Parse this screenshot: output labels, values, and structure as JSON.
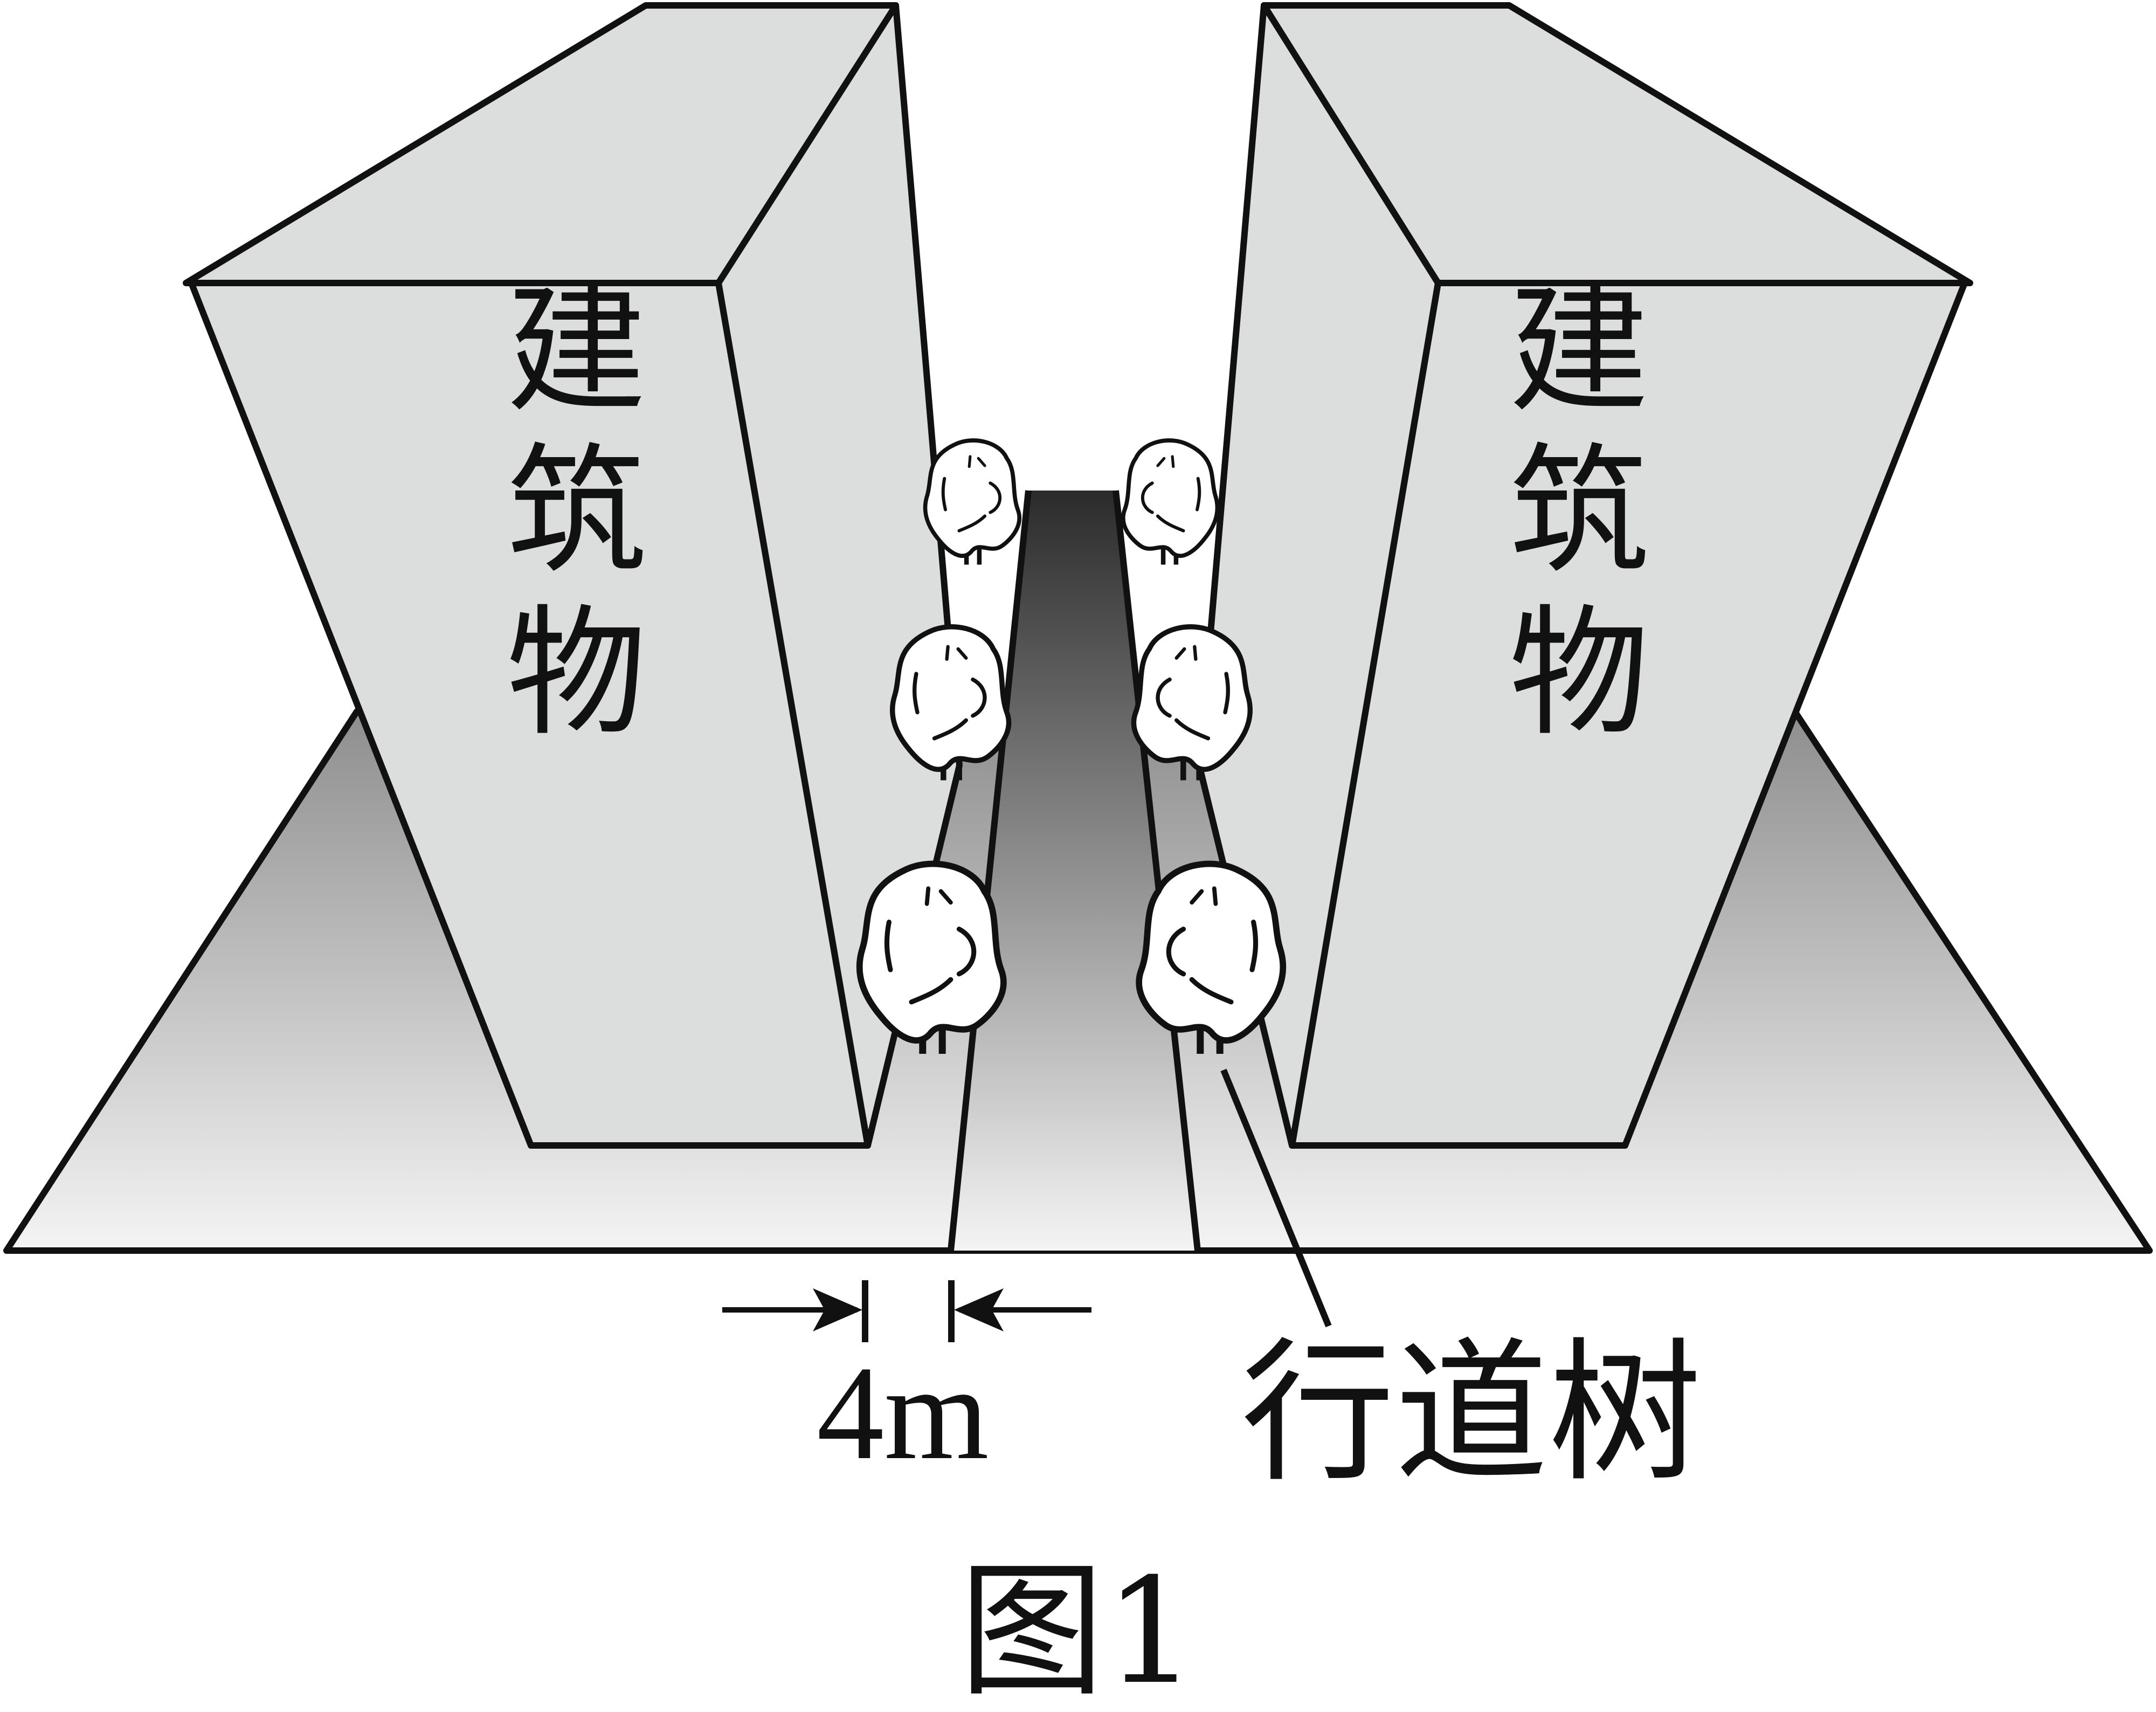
{
  "diagram": {
    "labels": {
      "left_building": "建筑物",
      "right_building": "建筑物",
      "width": "4m",
      "tree_label": "行道树",
      "caption": "图1"
    },
    "colors": {
      "building_fill": "#dcdedd",
      "road_dark": "#2b2b2b",
      "ground_light": "#f4f4f4",
      "ground_dark": "#8e8e8e",
      "stroke": "#111111",
      "tree_fill": "#ffffff"
    }
  }
}
